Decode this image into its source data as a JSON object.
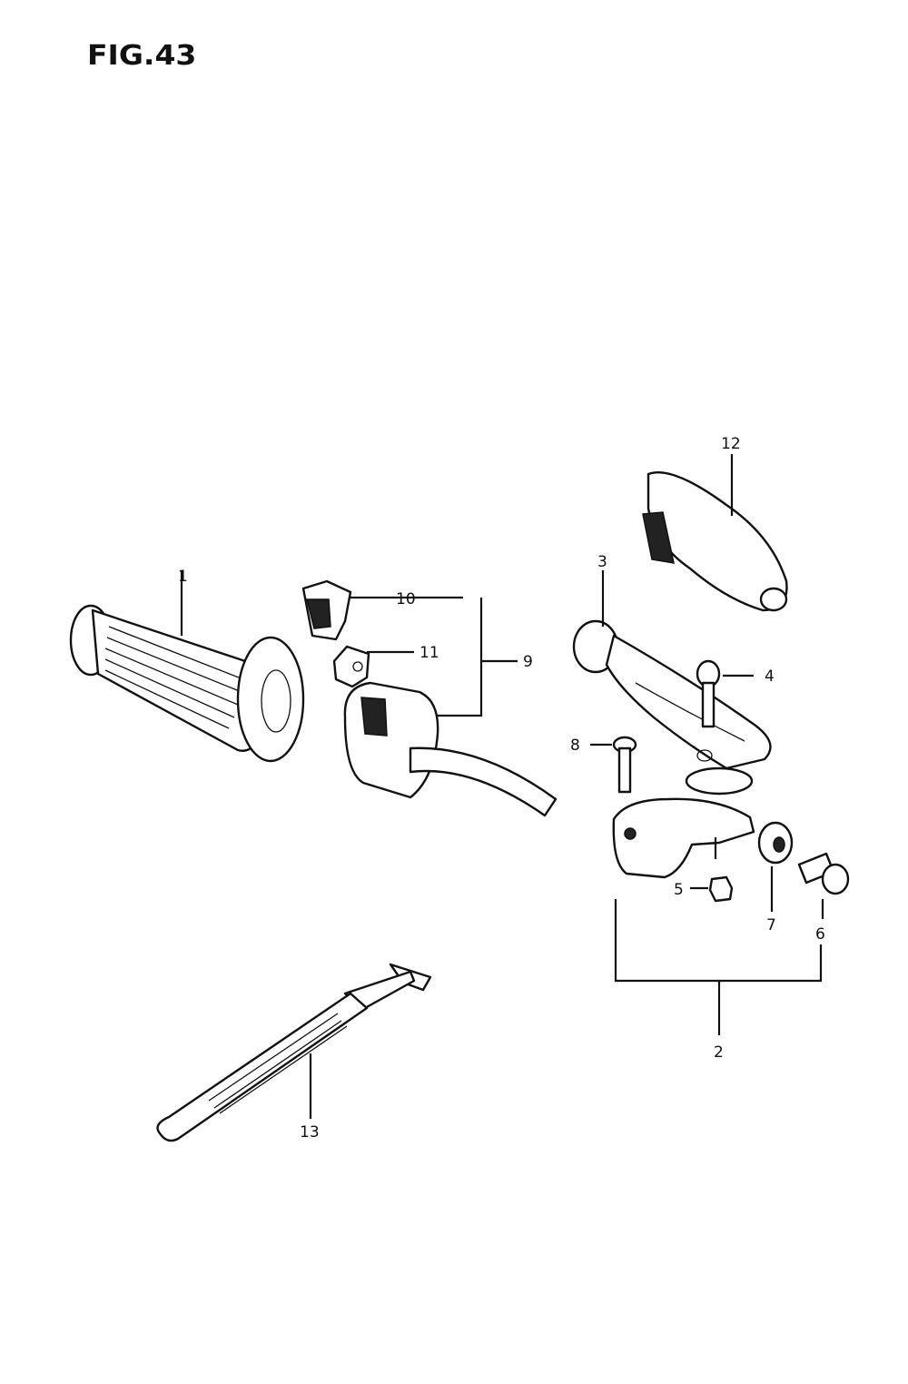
{
  "title": "FIG.43",
  "callouts": {
    "c1": "1",
    "c2": "2",
    "c3": "3",
    "c4": "4",
    "c5": "5",
    "c6": "6",
    "c7": "7",
    "c8": "8",
    "c9": "9",
    "c10": "10",
    "c11": "11",
    "c12": "12",
    "c13": "13"
  }
}
